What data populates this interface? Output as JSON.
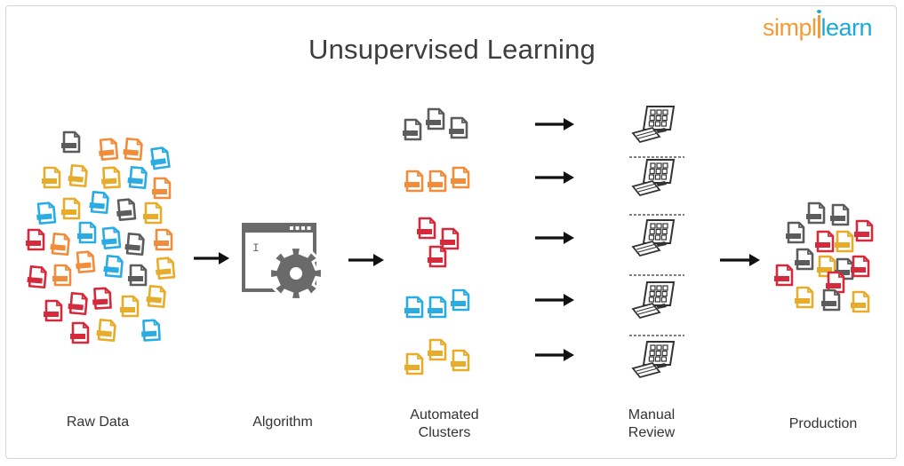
{
  "title": "Unsupervised Learning",
  "logo": {
    "part1": "simpl",
    "part2": "learn"
  },
  "colors": {
    "orange": "#f08c3a",
    "yellow": "#e7ac2a",
    "blue": "#2aace2",
    "red": "#d52a3b",
    "gray": "#5c5c5c",
    "arrow": "#111111",
    "icon_gray": "#6a6a6a"
  },
  "stages": [
    {
      "id": "raw-data",
      "label": "Raw Data"
    },
    {
      "id": "algorithm",
      "label": "Algorithm"
    },
    {
      "id": "clusters",
      "label": "Automated\nClusters"
    },
    {
      "id": "review",
      "label": "Manual\nReview"
    },
    {
      "id": "production",
      "label": "Production"
    }
  ],
  "clusters": [
    {
      "color": "gray",
      "count": 3
    },
    {
      "color": "orange",
      "count": 3
    },
    {
      "color": "red",
      "count": 3
    },
    {
      "color": "blue",
      "count": 3
    },
    {
      "color": "yellow",
      "count": 3
    }
  ],
  "icons": {
    "raw_document": "document-icon",
    "algorithm": "window-gear-icon",
    "review": "computer-monitor-icon",
    "arrow": "right-arrow-icon"
  }
}
